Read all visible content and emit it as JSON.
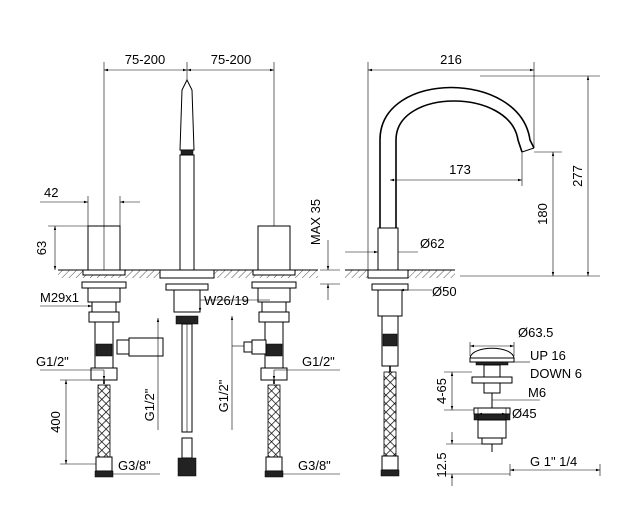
{
  "labels": {
    "spacing_left": "75-200",
    "spacing_right": "75-200",
    "handle_width": "42",
    "handle_height": "63",
    "thread_body": "M29x1",
    "thread_nut": "W26/19",
    "inlet_left": "G1/2\"",
    "inlet_right": "G1/2\"",
    "hose_left_pipe": "G1/2\"",
    "hose_middle_pipe": "G1/2\"",
    "hose_length": "400",
    "outlet_left": "G3/8\"",
    "outlet_right": "G3/8\"",
    "max_deck": "MAX 35",
    "spout_reach": "216",
    "spout_inner_reach": "173",
    "spout_height_outer": "277",
    "spout_height_inner": "180",
    "spout_base_dia": "Ø62",
    "spout_nut_dia": "Ø50",
    "waste_top_dia": "Ø63.5",
    "waste_up": "UP 16",
    "waste_down": "DOWN 6",
    "waste_range": "4-65",
    "waste_thread": "M6",
    "waste_body_dia": "Ø45",
    "waste_bottom": "12.5",
    "waste_outlet": "G 1\" 1/4"
  }
}
